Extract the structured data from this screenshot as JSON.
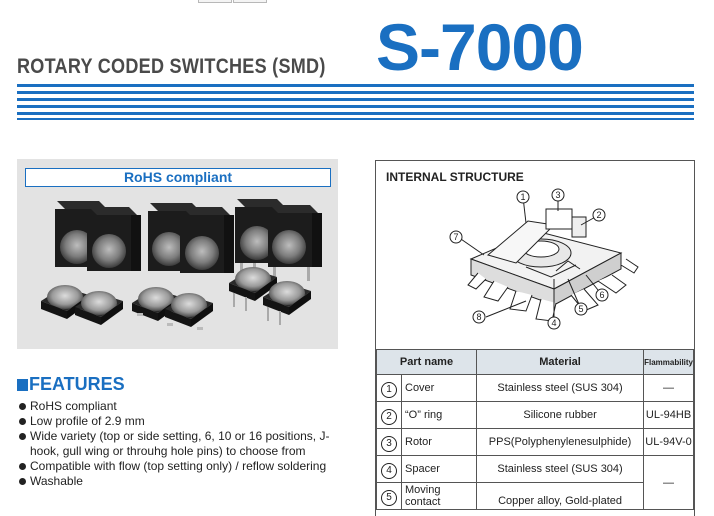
{
  "header": {
    "subtitle": "ROTARY CODED SWITCHES (SMD)",
    "model": "S-7000"
  },
  "photo_panel": {
    "badge": "RoHS compliant"
  },
  "features": {
    "title": "FEATURES",
    "items": [
      "RoHS compliant",
      "Low profile of 2.9 mm",
      "Wide variety (top or side setting, 6, 10 or 16 positions, J-hook, gull wing or throuhg hole pins) to choose from",
      "Compatible with flow (top setting only) / reflow soldering",
      "Washable"
    ]
  },
  "internal_structure": {
    "title": "INTERNAL STRUCTURE",
    "callouts": [
      "1",
      "2",
      "3",
      "4",
      "5",
      "6",
      "7",
      "8"
    ]
  },
  "parts_table": {
    "headers": [
      "Part name",
      "Material",
      "Flammability"
    ],
    "rows": [
      {
        "num": "1",
        "part": "Cover",
        "material": "Stainless steel (SUS 304)",
        "flammability": "—"
      },
      {
        "num": "2",
        "part": "“O” ring",
        "material": "Silicone rubber",
        "flammability": "UL-94HB"
      },
      {
        "num": "3",
        "part": "Rotor",
        "material": "PPS(Polyphenylenesulphide)",
        "flammability": "UL-94V-0"
      },
      {
        "num": "4",
        "part": "Spacer",
        "material": "Stainless steel (SUS 304)",
        "flammability": ""
      },
      {
        "num": "5",
        "part": "Moving contact",
        "material": "Copper alloy, Gold-plated",
        "flammability": "—"
      }
    ]
  },
  "colors": {
    "accent": "#1a6fc1",
    "panel_bg": "#e3e3e3",
    "table_header_bg": "#dde4ea"
  }
}
